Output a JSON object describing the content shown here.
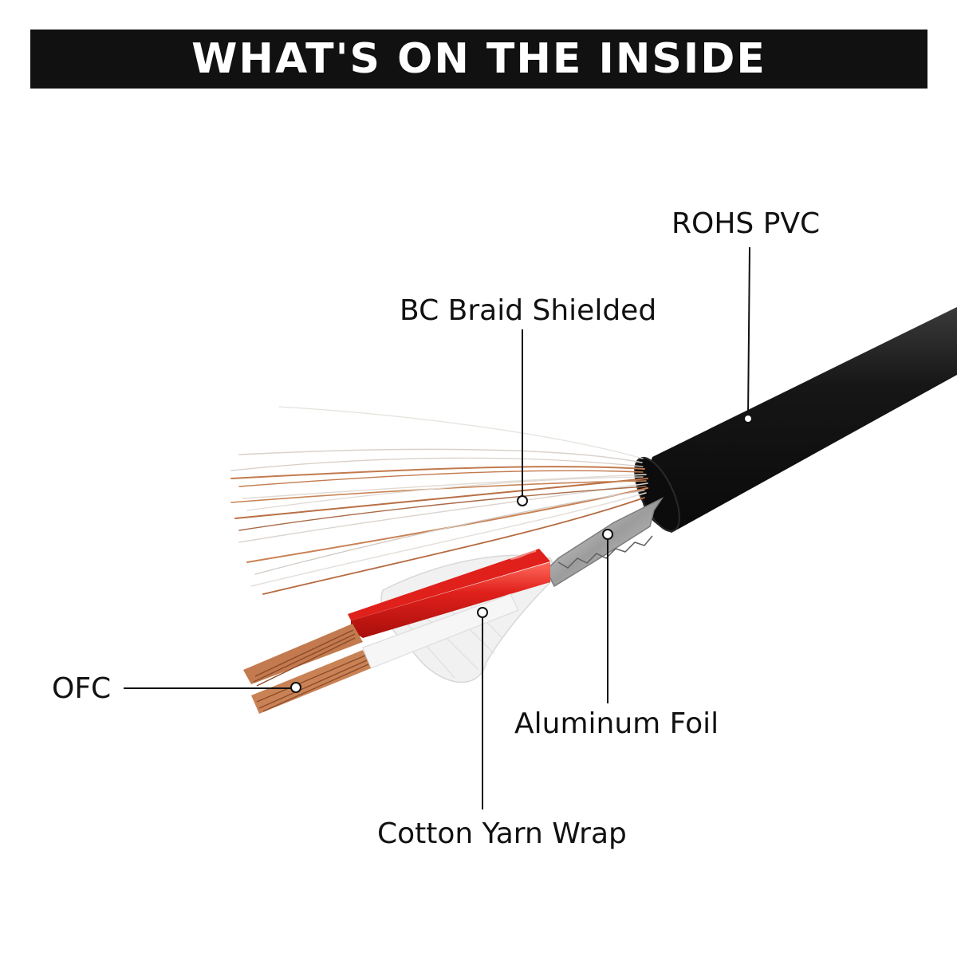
{
  "banner": {
    "title": "WHAT'S ON THE INSIDE"
  },
  "labels": {
    "rohs_pvc": "ROHS PVC",
    "bc_braid": "BC Braid Shielded",
    "ofc": "OFC",
    "aluminum_foil": "Aluminum Foil",
    "cotton_yarn": "Cotton Yarn Wrap"
  },
  "colors": {
    "banner_bg": "#111111",
    "jacket": "#151515",
    "copper": "#c27a4e",
    "red_insulation": "#e0201b",
    "white_insulation": "#f4f4f4",
    "foil": "#b9b9b9"
  }
}
